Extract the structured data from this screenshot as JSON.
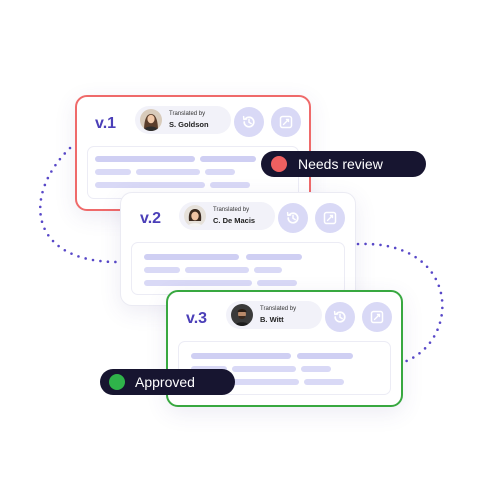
{
  "cards": [
    {
      "version": "v.1",
      "translated_by": "Translated by",
      "translator": "S. Goldson",
      "history_icon": "history-icon",
      "edit_icon": "edit-icon",
      "border_color": "#ef6a6a"
    },
    {
      "version": "v.2",
      "translated_by": "Translated by",
      "translator": "C. De Macis",
      "history_icon": "history-icon",
      "edit_icon": "edit-icon",
      "border_color": "#ebebf3"
    },
    {
      "version": "v.3",
      "translated_by": "Translated by",
      "translator": "B. Witt",
      "history_icon": "history-icon",
      "edit_icon": "edit-icon",
      "border_color": "#38a840"
    }
  ],
  "status_tags": {
    "review": {
      "label": "Needs review",
      "color": "#ef6060"
    },
    "approved": {
      "label": "Approved",
      "color": "#2fb34a"
    }
  },
  "colors": {
    "accent": "#4b3fb8",
    "icon_bg": "#d9d9f6",
    "tag_bg": "#171530"
  }
}
